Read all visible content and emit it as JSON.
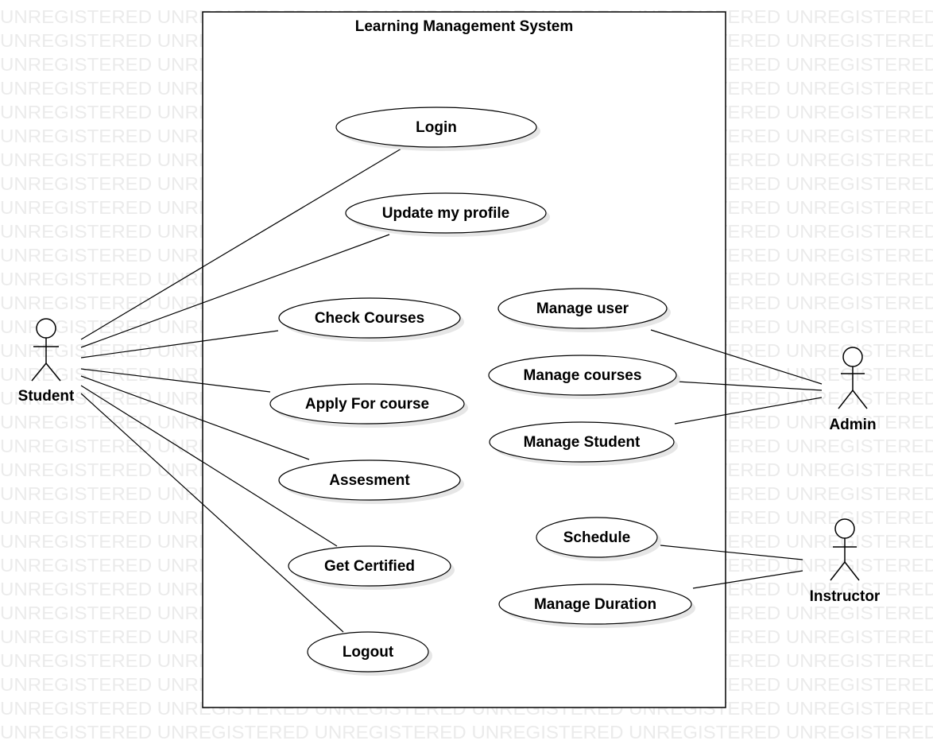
{
  "watermark": "UNREGISTERED",
  "system": {
    "title": "Learning Management System"
  },
  "actors": {
    "student": "Student",
    "admin": "Admin",
    "instructor": "Instructor"
  },
  "use_cases": {
    "login": "Login",
    "update_profile": "Update my profile",
    "check_courses": "Check Courses",
    "apply_course": "Apply For course",
    "assesment": "Assesment",
    "get_certified": "Get Certified",
    "logout": "Logout",
    "manage_user": "Manage user",
    "manage_courses": "Manage courses",
    "manage_student": "Manage Student",
    "schedule": "Schedule",
    "manage_duration": "Manage Duration"
  },
  "colors": {
    "stroke": "#000000",
    "shadow": "#e6e6e6",
    "watermark": "#ebebeb",
    "background": "#ffffff"
  }
}
